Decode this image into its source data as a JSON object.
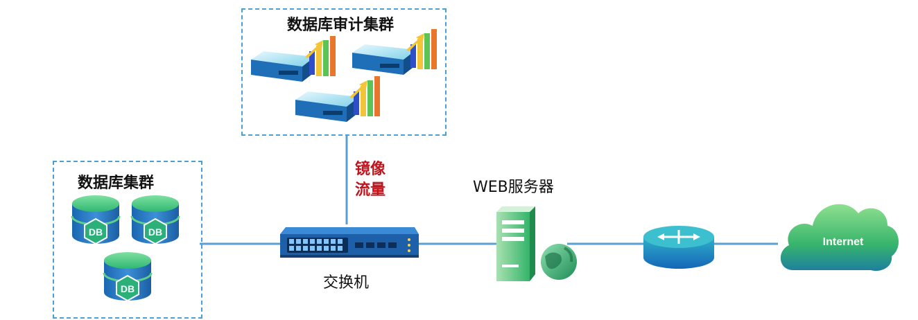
{
  "audit_cluster": {
    "title": "数据库审计集群"
  },
  "db_cluster": {
    "title": "数据库集群",
    "db_label": "DB"
  },
  "mirror": {
    "line1": "镜像",
    "line2": "流量",
    "color": "#c0131c"
  },
  "switch": {
    "label": "交换机"
  },
  "web_server": {
    "label": "WEB服务器"
  },
  "internet": {
    "label": "Internet"
  },
  "colors": {
    "link": "#5a9fd4",
    "dashed_border": "#4a9fd8",
    "device_blue": "#1f6fb8",
    "accent_green": "#3ec07a"
  }
}
